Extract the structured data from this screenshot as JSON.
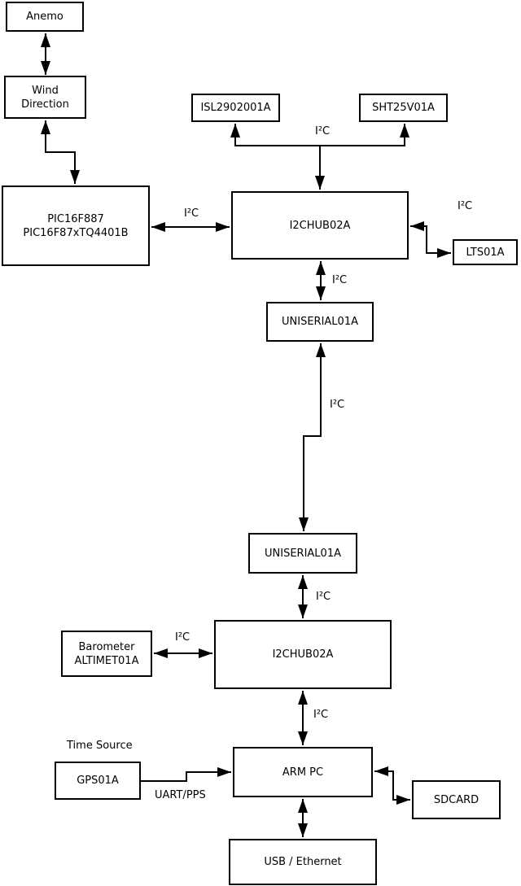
{
  "diagram": {
    "colors": {
      "line": "#000000",
      "background": "#ffffff",
      "box_fill": "#ffffff"
    },
    "nodes": {
      "anemo": {
        "label": "Anemo"
      },
      "wind_direction": {
        "lines": [
          "Wind",
          "Direction"
        ]
      },
      "pic": {
        "lines": [
          "PIC16F887",
          "PIC16F87xTQ4401B"
        ]
      },
      "isl": {
        "label": "ISL2902001A"
      },
      "sht": {
        "label": "SHT25V01A"
      },
      "i2c_hub_upper": {
        "label": "I2CHUB02A"
      },
      "lts": {
        "label": "LTS01A"
      },
      "uniserial_upper": {
        "label": "UNISERIAL01A"
      },
      "uniserial_lower": {
        "label": "UNISERIAL01A"
      },
      "i2c_hub_lower": {
        "label": "I2CHUB02A"
      },
      "barometer": {
        "lines": [
          "Barometer",
          "ALTIMET01A"
        ]
      },
      "gps": {
        "label": "GPS01A"
      },
      "arm_pc": {
        "label": "ARM PC"
      },
      "sdcard": {
        "label": "SDCARD"
      },
      "usb_ethernet": {
        "label": "USB / Ethernet"
      }
    },
    "labels": {
      "i2c": "I²C",
      "uart_pps": "UART/PPS",
      "time_source": "Time Source"
    },
    "edges": [
      {
        "from": "Anemo",
        "to": "Wind Direction",
        "bidirectional": true
      },
      {
        "from": "Wind Direction",
        "to": "PIC16F887 PIC16F87xTQ4401B",
        "bidirectional": true
      },
      {
        "from": "PIC16F887 PIC16F87xTQ4401B",
        "to": "I2CHUB02A (upper)",
        "label": "I²C",
        "bidirectional": true
      },
      {
        "from": "I2CHUB02A (upper)",
        "to": "ISL2902001A",
        "label": "I²C",
        "bidirectional": false
      },
      {
        "from": "I2CHUB02A (upper)",
        "to": "SHT25V01A",
        "label": "I²C",
        "bidirectional": false
      },
      {
        "from": "I2CHUB02A (upper)",
        "to": "LTS01A",
        "label": "I²C",
        "bidirectional": true
      },
      {
        "from": "I2CHUB02A (upper)",
        "to": "UNISERIAL01A (upper)",
        "label": "I²C",
        "bidirectional": true
      },
      {
        "from": "UNISERIAL01A (upper)",
        "to": "UNISERIAL01A (lower)",
        "label": "I²C",
        "bidirectional": true
      },
      {
        "from": "UNISERIAL01A (lower)",
        "to": "I2CHUB02A (lower)",
        "label": "I²C",
        "bidirectional": true
      },
      {
        "from": "Barometer ALTIMET01A",
        "to": "I2CHUB02A (lower)",
        "label": "I²C",
        "bidirectional": true
      },
      {
        "from": "I2CHUB02A (lower)",
        "to": "ARM PC",
        "label": "I²C",
        "bidirectional": true
      },
      {
        "from": "GPS01A",
        "to": "ARM PC",
        "label": "UART/PPS",
        "bidirectional": false
      },
      {
        "from": "ARM PC",
        "to": "SDCARD",
        "bidirectional": true
      },
      {
        "from": "ARM PC",
        "to": "USB / Ethernet",
        "bidirectional": true
      }
    ]
  }
}
